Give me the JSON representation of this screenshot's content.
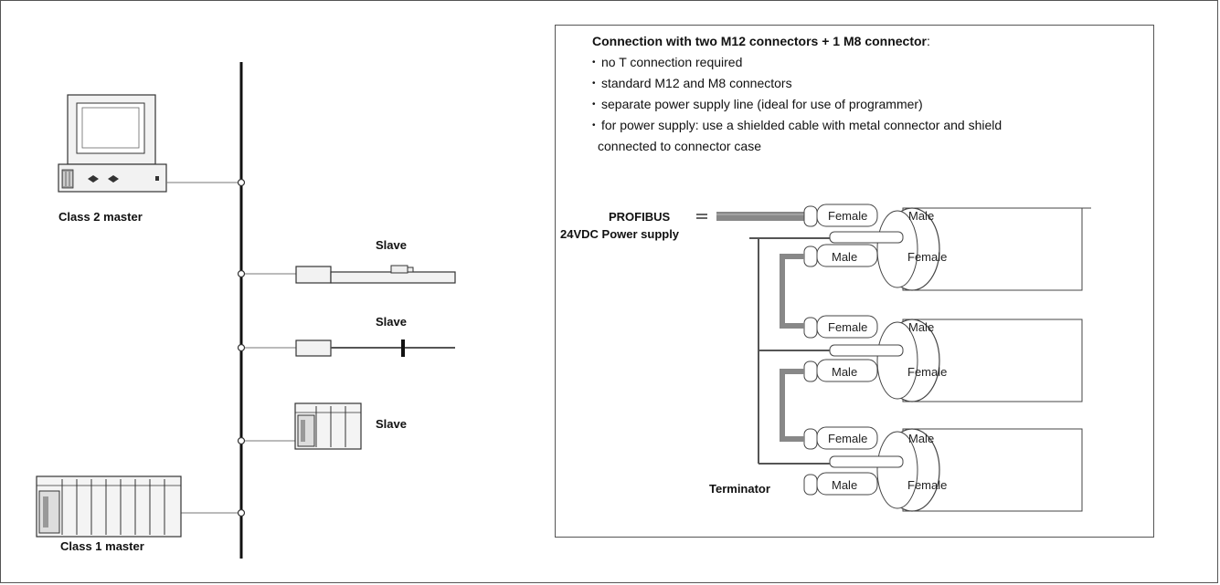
{
  "network": {
    "class2_master_label": "Class 2 master",
    "class1_master_label": "Class 1 master",
    "slave_labels": [
      "Slave",
      "Slave",
      "Slave"
    ]
  },
  "connection_panel": {
    "heading": "Connection with two M12 connectors + 1 M8 connector",
    "heading_suffix": ":",
    "bullets": [
      "no T connection required",
      "standard M12 and M8 connectors",
      "separate power supply line (ideal for use of programmer)",
      "for power supply: use a shielded cable with metal connector and shield",
      "connected to connector case"
    ],
    "profibus_label": "PROFIBUS",
    "power_label": "24VDC Power supply",
    "terminator_label": "Terminator",
    "female_label": "Female",
    "male_label": "Male"
  }
}
